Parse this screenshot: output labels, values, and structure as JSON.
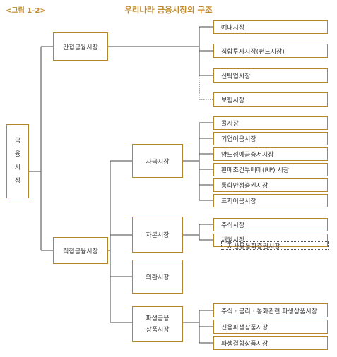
{
  "caption": "<그림 1-2>",
  "title": "우리나라 금융시장의 구조",
  "root": [
    "금",
    "융",
    "시",
    "장"
  ],
  "indirect": {
    "label": "간접금융시장",
    "children": [
      "예대시장",
      "집합투자시장(펀드시장)",
      "신탁업시장",
      "보험시장"
    ]
  },
  "direct": {
    "label": "직접금융시장",
    "money": {
      "label": "자금시장",
      "children": [
        "콜시장",
        "기업어음시장",
        "양도성예금증서시장",
        "환매조건부매매(RP) 시장",
        "통화안정증권시장",
        "표지어음시장"
      ]
    },
    "capital": {
      "label": "자본시장",
      "children": [
        "주식시장",
        "채권시장"
      ],
      "sub": "자산유동화증권시장"
    },
    "fx": {
      "label": "외환시장"
    },
    "deriv": {
      "label": [
        "파생금융",
        "상품시장"
      ],
      "children": [
        "주식 · 금리 · 통화관련 파생상품시장",
        "신용파생상품시장",
        "파생결합상품시장"
      ]
    }
  }
}
